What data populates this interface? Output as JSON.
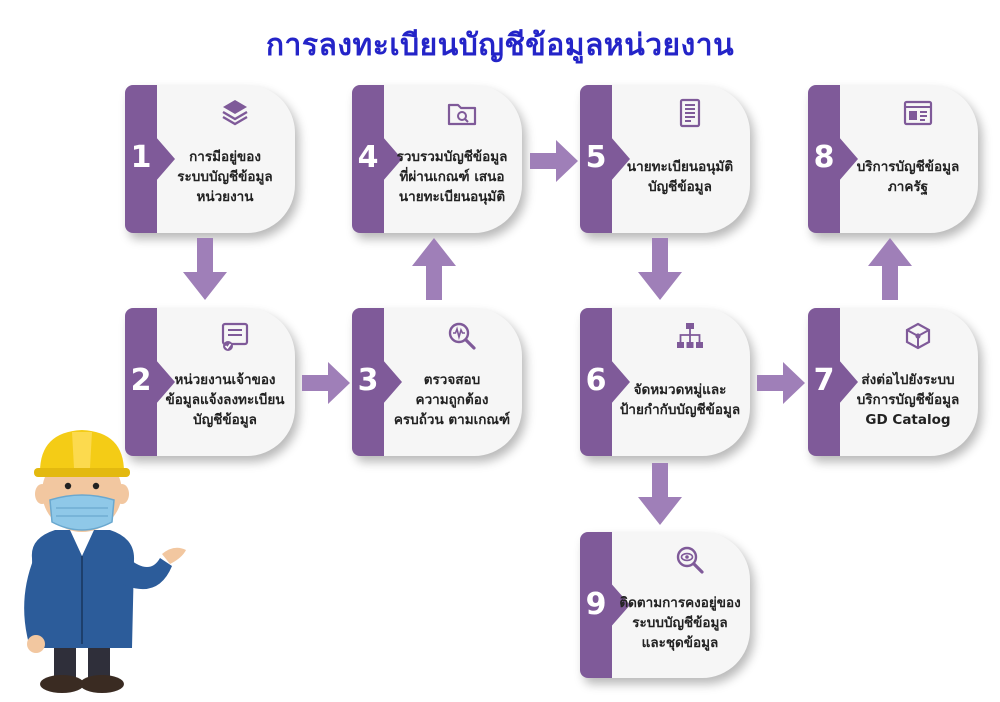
{
  "title": "การลงทะเบียนบัญชีข้อมูลหน่วยงาน",
  "colors": {
    "accent": "#7f5a99",
    "arrow": "#9f7fb8",
    "title": "#2424c8"
  },
  "steps": [
    {
      "number": "1",
      "text": "การมีอยู่ของ\nระบบบัญชีข้อมูล\nหน่วยงาน",
      "icon": "stacked-layers-icon"
    },
    {
      "number": "2",
      "text": "หน่วยงานเจ้าของ\nข้อมูลแจ้งลงทะเบียน\nบัญชีข้อมูล",
      "icon": "form-check-icon"
    },
    {
      "number": "3",
      "text": "ตรวจสอบ\nความถูกต้อง\nครบถ้วน ตามเกณฑ์",
      "icon": "magnifier-wave-icon"
    },
    {
      "number": "4",
      "text": "รวบรวมบัญชีข้อมูล\nที่ผ่านเกณฑ์ เสนอ\nนายทะเบียนอนุมัติ",
      "icon": "folder-icon"
    },
    {
      "number": "5",
      "text": "นายทะเบียนอนุมัติ\nบัญชีข้อมูล",
      "icon": "document-list-icon"
    },
    {
      "number": "6",
      "text": "จัดหมวดหมู่และ\nป้ายกำกับบัญชีข้อมูล",
      "icon": "hierarchy-icon"
    },
    {
      "number": "7",
      "text": "ส่งต่อไปยังระบบ\nบริการบัญชีข้อมูล\nGD Catalog",
      "icon": "network-cube-icon"
    },
    {
      "number": "8",
      "text": "บริการบัญชีข้อมูล\nภาครัฐ",
      "icon": "browser-window-icon"
    },
    {
      "number": "9",
      "text": "ติดตามการคงอยู่ของ\nระบบบัญชีข้อมูล\nและชุดข้อมูล",
      "icon": "search-eye-icon"
    }
  ]
}
